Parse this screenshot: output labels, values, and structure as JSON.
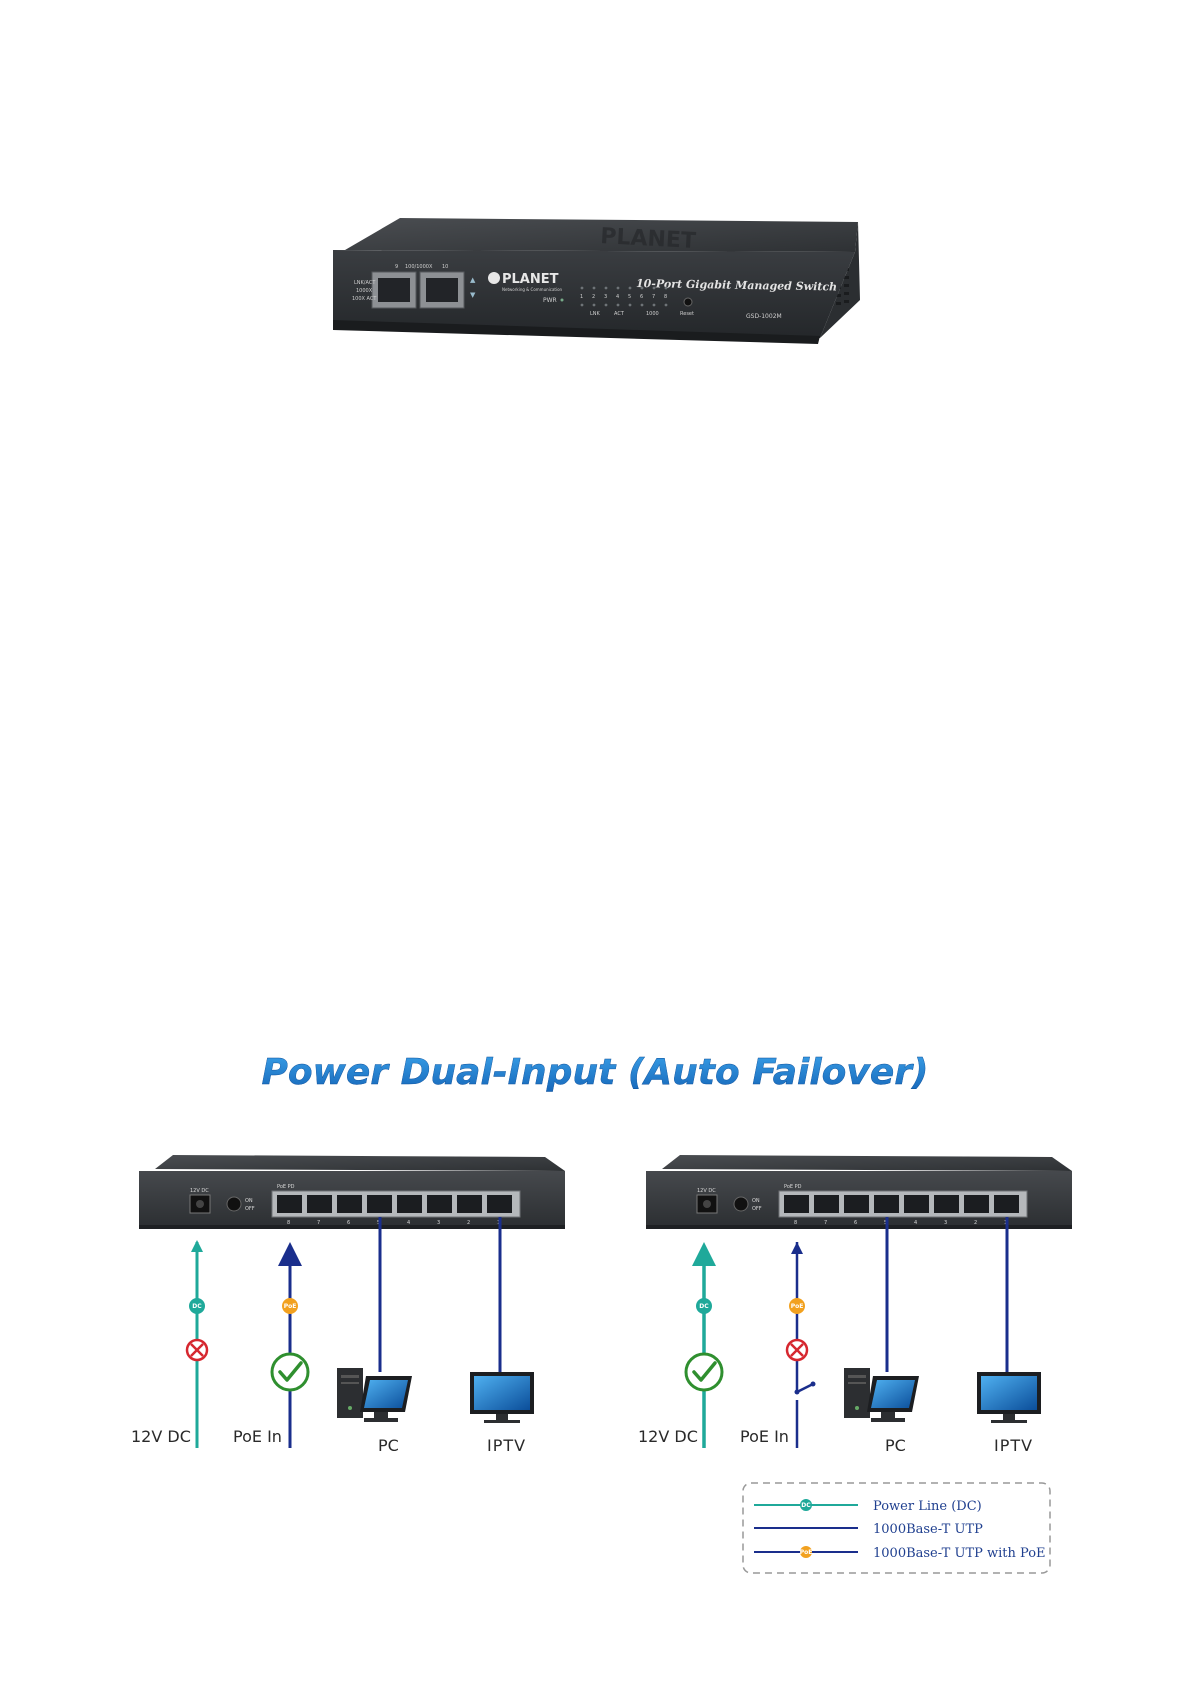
{
  "product": {
    "brand": "PLANET",
    "brand_tagline": "Networking & Communication",
    "description": "10-Port Gigabit Managed Switch",
    "model": "GSD-1002M",
    "sfp_label": "100/1000X",
    "sfp_port_numbers": [
      "9",
      "10"
    ],
    "sfp_side_labels": [
      "LNK/ACT",
      "1000X",
      "100X ACT"
    ],
    "pwr_label": "PWR",
    "port_leds": [
      "1",
      "2",
      "3",
      "4",
      "5",
      "6",
      "7",
      "8"
    ],
    "led_legend": [
      "LNK",
      "ACT",
      "1000"
    ],
    "reset_label": "Reset"
  },
  "title": "Power Dual-Input (Auto Failover)",
  "scenarios": [
    {
      "dc_label": "12V DC",
      "poe_label": "PoE In",
      "pc_label": "PC",
      "iptv_label": "IPTV",
      "dc_status": "fail",
      "poe_status": "ok",
      "panel": {
        "dc_text": "12V DC",
        "poe_text": "PoE PD",
        "switch_on": "ON",
        "switch_off": "OFF",
        "port_numbers": [
          "8",
          "7",
          "6",
          "5",
          "4",
          "3",
          "2",
          "1"
        ]
      }
    },
    {
      "dc_label": "12V DC",
      "poe_label": "PoE In",
      "pc_label": "PC",
      "iptv_label": "IPTV",
      "dc_status": "ok",
      "poe_status": "fail",
      "panel": {
        "dc_text": "12V DC",
        "poe_text": "PoE PD",
        "switch_on": "ON",
        "switch_off": "OFF",
        "port_numbers": [
          "8",
          "7",
          "6",
          "5",
          "4",
          "3",
          "2",
          "1"
        ]
      }
    }
  ],
  "badges": {
    "dc": "DC",
    "poe": "PoE"
  },
  "legend": [
    {
      "label": "Power Line (DC)",
      "style": "dc"
    },
    {
      "label": "1000Base-T UTP",
      "style": "utp"
    },
    {
      "label": "1000Base-T UTP with PoE",
      "style": "poe"
    }
  ],
  "colors": {
    "dc_line": "#1fa99a",
    "utp_line": "#1a2e8c",
    "poe_badge": "#f2a11f",
    "fail": "#d6272f",
    "ok": "#2f8f2f",
    "title": "#1d7fd0",
    "chassis": "#3b3e42"
  }
}
